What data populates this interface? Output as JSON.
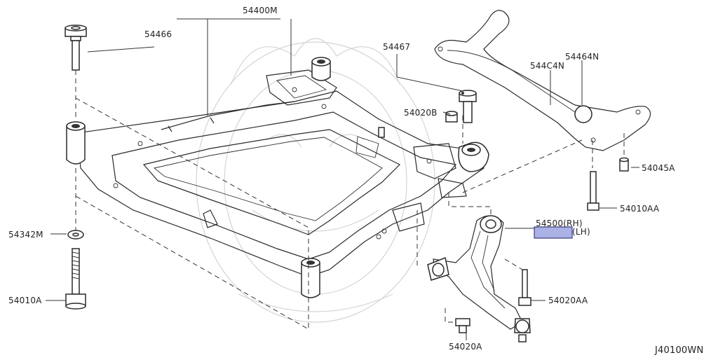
{
  "diagram": {
    "code": "J40100WN",
    "labels": {
      "crossmember": "54400M",
      "bolt_front": "54466",
      "bolt_rear": "54467",
      "stabilizer": "544C4N",
      "bushing": "54464N",
      "nut_b": "54020B",
      "bolt_45a": "54045A",
      "bolt_aa": "54010AA",
      "arm_rh": "54500(RH)",
      "arm_lh": "(LH)",
      "washer": "54342M",
      "bolt_a": "54010A",
      "bolt_20aa": "54020AA",
      "bolt_20a": "54020A"
    },
    "highlight_color": "#aab2e6",
    "highlight_border": "#1a1a66"
  }
}
